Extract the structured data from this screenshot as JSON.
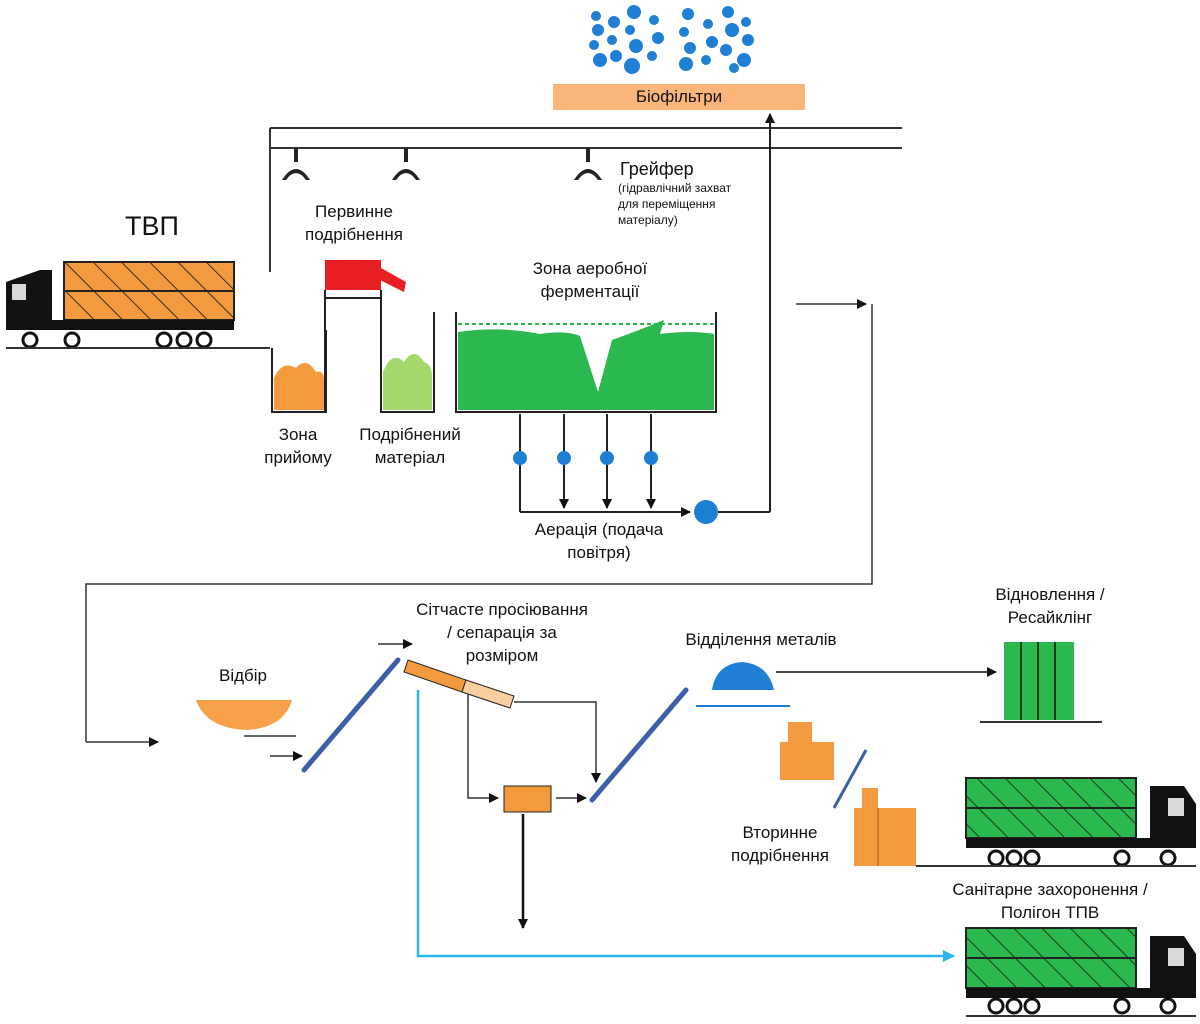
{
  "labels": {
    "msw": "ТВП",
    "biofilters": "Біофільтри",
    "grab_title": "Грейфер",
    "grab_note_1": "(гідравлічний захват",
    "grab_note_2": "для переміщення",
    "grab_note_3": "матеріалу)",
    "primary_shredding_1": "Первинне",
    "primary_shredding_2": "подрібнення",
    "aerobic_zone_1": "Зона аеробної",
    "aerobic_zone_2": "ферментації",
    "reception_1": "Зона",
    "reception_2": "прийому",
    "shredded_1": "Подрібнений",
    "shredded_2": "матеріал",
    "aeration_1": "Аерація (подача",
    "aeration_2": "повітря)",
    "screening_1": "Сітчасте просіювання",
    "screening_2": "/ сепарація за",
    "screening_3": "розміром",
    "selection": "Відбір",
    "metal_separation": "Відділення металів",
    "recovery_1": "Відновлення /",
    "recovery_2": "Ресайклінг",
    "secondary_shredding_1": "Вторинне",
    "secondary_shredding_2": "подрібнення",
    "landfill_1": "Санітарне захоронення /",
    "landfill_2": "Полігон ТПВ"
  },
  "colors": {
    "orange": "#f7a24a",
    "orange_dark": "#f39a3e",
    "green": "#2bb84f",
    "green_light": "#a5d86a",
    "blue": "#1f7fd4",
    "blue_dark": "#3b5fa8",
    "cyan": "#29b6e8",
    "red": "#e81e25",
    "biofilter": "#f9b57a",
    "line": "#333333"
  },
  "icons": [
    "truck-icon",
    "grab-icon",
    "bubble-icon",
    "fan-icon",
    "conveyor-icon"
  ]
}
